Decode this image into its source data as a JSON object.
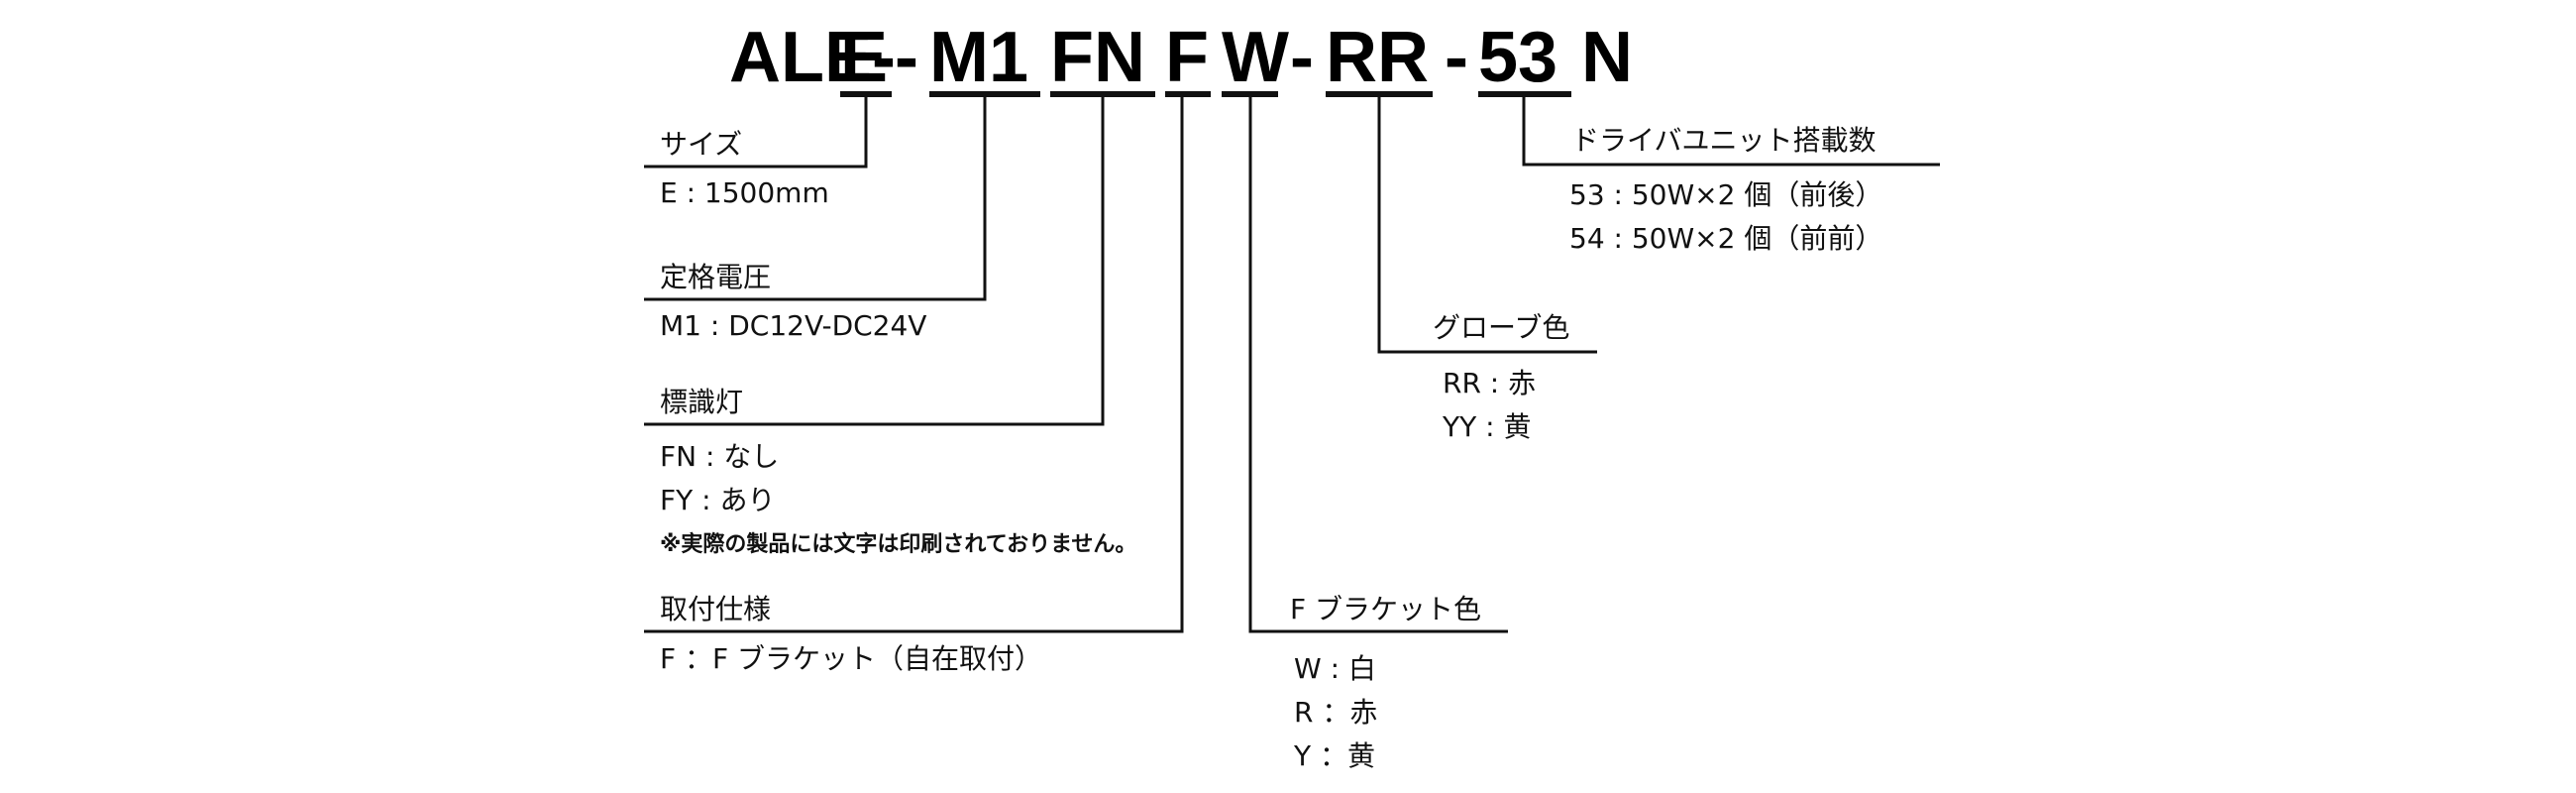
{
  "model_code": {
    "prefix": "ALE-",
    "seg_size": "E",
    "sep1": "-",
    "seg_voltage": "M1",
    "seg_marker": "FN",
    "seg_mount": "F",
    "seg_bracket": "W",
    "sep2": "-",
    "seg_globe": "RR",
    "sep3": "-",
    "seg_driver": "53",
    "suffix": "N"
  },
  "groups": {
    "size": {
      "title": "サイズ",
      "options": [
        "E : 1500mm"
      ]
    },
    "voltage": {
      "title": "定格電圧",
      "options": [
        "M1 : DC12V-DC24V"
      ]
    },
    "marker": {
      "title": "標識灯",
      "options": [
        "FN : なし",
        "FY : あり"
      ],
      "note": "※実際の製品には文字は印刷されておりません。"
    },
    "mount": {
      "title": "取付仕様",
      "options": [
        "F ：F ブラケット（自在取付）"
      ]
    },
    "bracket": {
      "title": "F ブラケット色",
      "options": [
        "W : 白",
        "R ：赤",
        "Y ：黄"
      ]
    },
    "globe": {
      "title": "グローブ色",
      "options": [
        "RR : 赤",
        "YY : 黄"
      ]
    },
    "driver": {
      "title": "ドライバユニット搭載数",
      "options": [
        "53 : 50W×2 個（前後）",
        "54 : 50W×2 個（前前）"
      ]
    }
  }
}
